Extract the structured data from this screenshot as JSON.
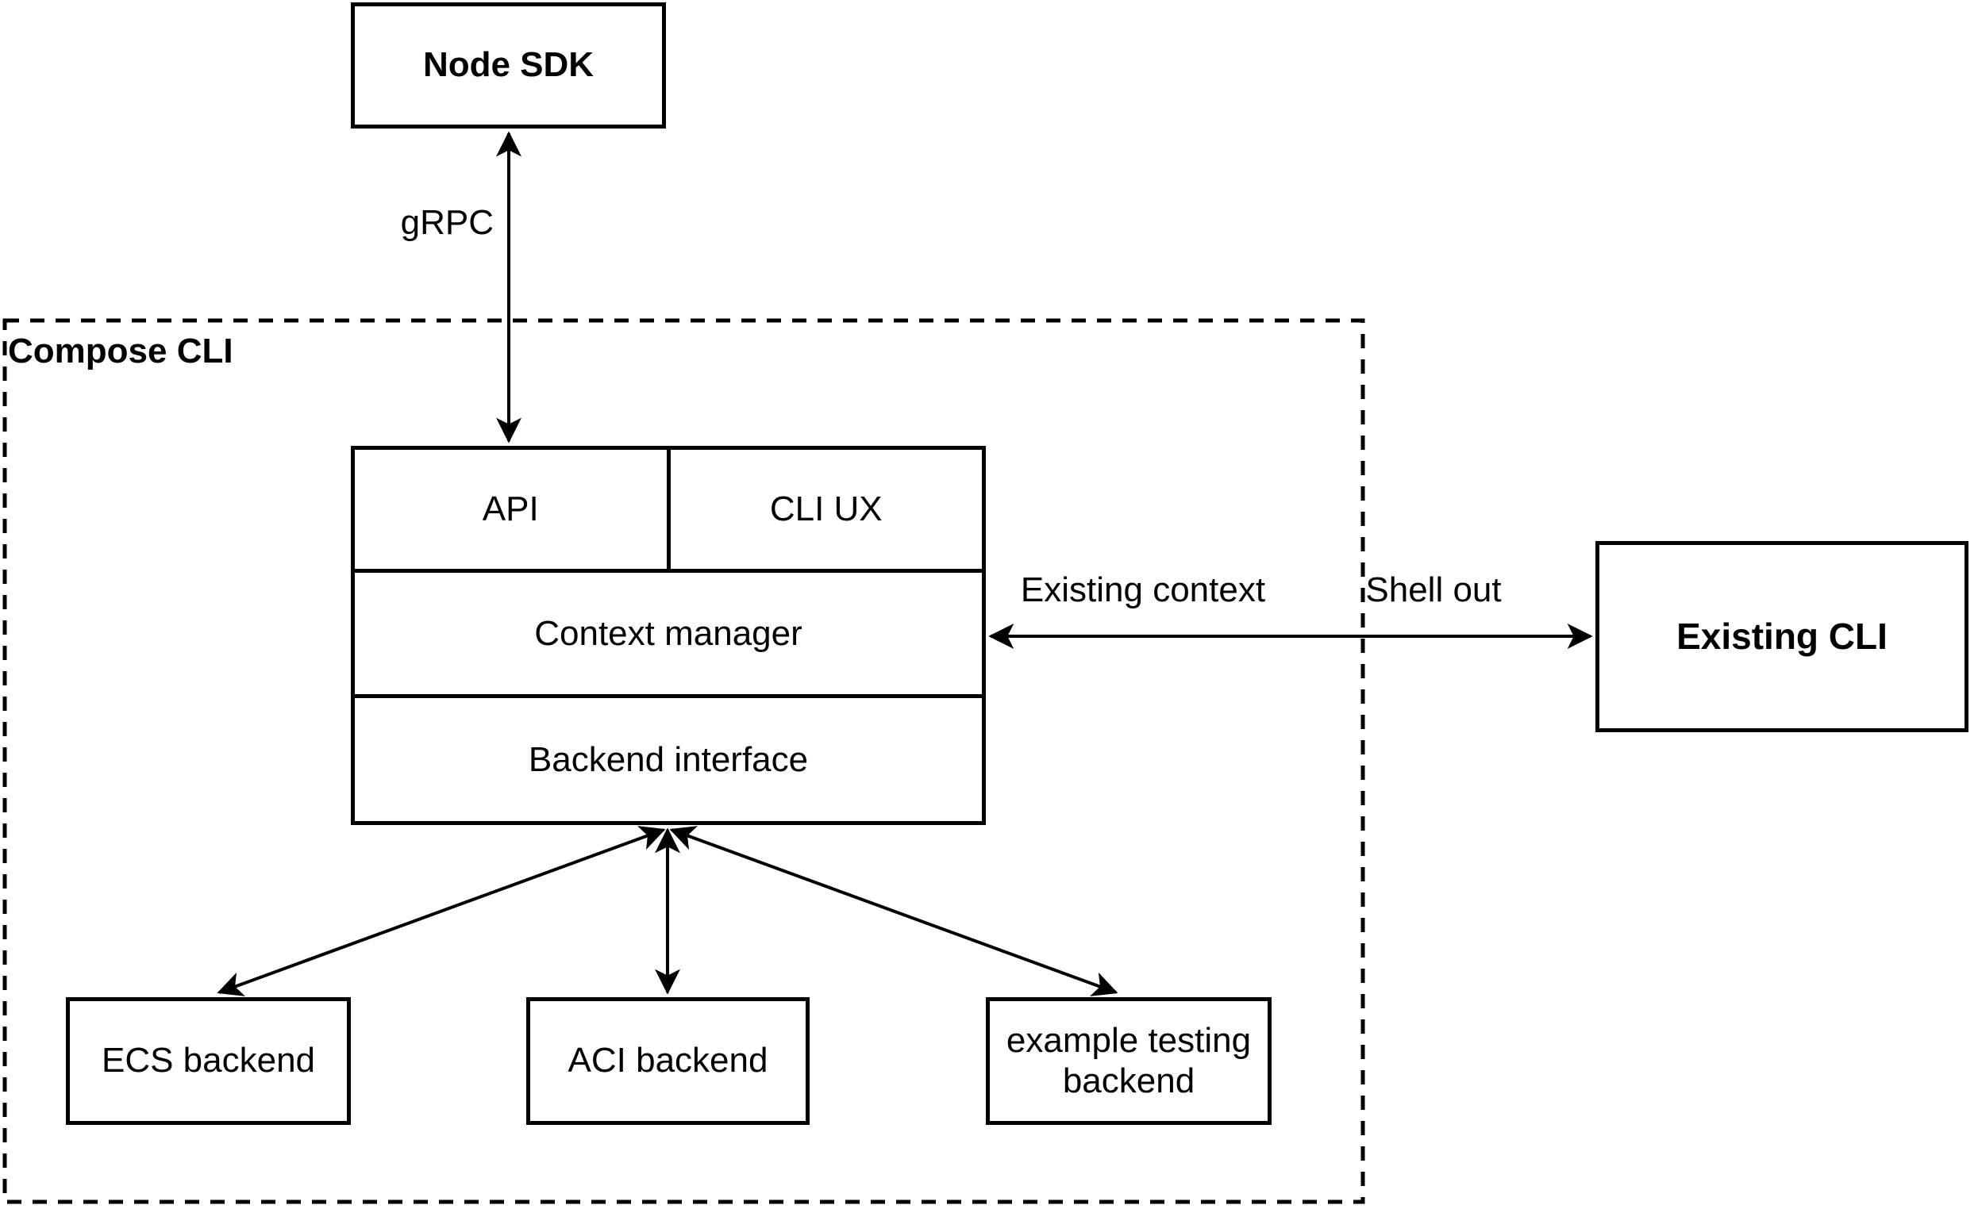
{
  "diagram": {
    "container": {
      "label": "Compose CLI"
    },
    "nodes": {
      "node_sdk": {
        "label": "Node SDK"
      },
      "api": {
        "label": "API"
      },
      "cli_ux": {
        "label": "CLI UX"
      },
      "context_manager": {
        "label": "Context manager"
      },
      "backend_interface": {
        "label": "Backend interface"
      },
      "ecs_backend": {
        "label": "ECS backend"
      },
      "aci_backend": {
        "label": "ACI backend"
      },
      "example_testing_backend": {
        "label": "example testing backend"
      },
      "existing_cli": {
        "label": "Existing CLI"
      }
    },
    "edges": {
      "grpc": {
        "label": "gRPC"
      },
      "existing_context": {
        "label": "Existing context"
      },
      "shell_out": {
        "label": "Shell out"
      }
    },
    "colors": {
      "stroke": "#000000",
      "background": "#ffffff"
    }
  }
}
